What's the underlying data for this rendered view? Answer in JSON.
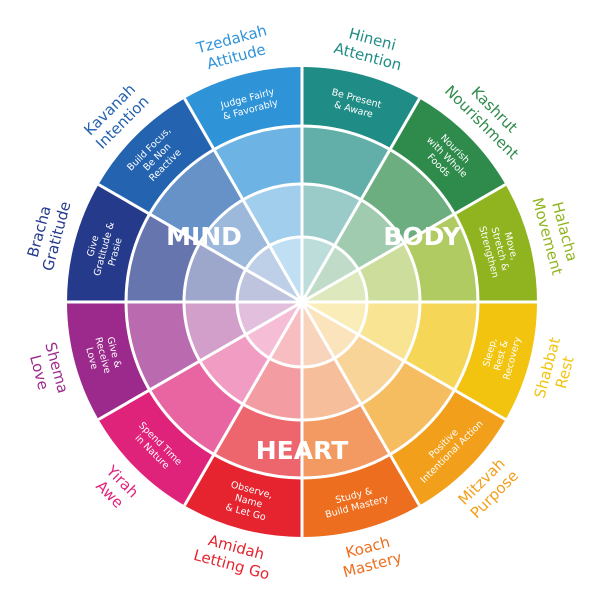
{
  "center_labels": {
    "mind": "MIND",
    "body": "BODY",
    "heart": "HEART"
  },
  "segments": [
    {
      "outer": [
        "Hineni",
        "Attention"
      ],
      "inner": [
        "Be Present",
        "& Aware"
      ],
      "color": "#1f8c85"
    },
    {
      "outer": [
        "Kashrut",
        "Nourishment"
      ],
      "inner": [
        "Nourish",
        "with Whole",
        "Foods"
      ],
      "color": "#2e8b4b"
    },
    {
      "outer": [
        "Halacha",
        "Movement"
      ],
      "inner": [
        "Move,",
        "Stretch &",
        "Strengthen"
      ],
      "color": "#8fb420"
    },
    {
      "outer": [
        "Shabbat",
        "Rest"
      ],
      "inner": [
        "Sleep,",
        "Rest &",
        "Recovery"
      ],
      "color": "#f2c40f"
    },
    {
      "outer": [
        "Mitzvah",
        "Purpose"
      ],
      "inner": [
        "Positive",
        "Intentional Action"
      ],
      "color": "#f2a01c"
    },
    {
      "outer": [
        "Koach",
        "Mastery"
      ],
      "inner": [
        "Study &",
        "Build Mastery"
      ],
      "color": "#ec6e1e"
    },
    {
      "outer": [
        "Amidah",
        "Letting Go"
      ],
      "inner": [
        "Observe,",
        "Name",
        "& Let Go"
      ],
      "color": "#e5242f"
    },
    {
      "outer": [
        "Yirah",
        "Awe"
      ],
      "inner": [
        "Spend Time",
        "in Nature"
      ],
      "color": "#e0237a"
    },
    {
      "outer": [
        "Shema",
        "Love"
      ],
      "inner": [
        "Give &",
        "Receive",
        "Love"
      ],
      "color": "#9c2a8c"
    },
    {
      "outer": [
        "Bracha",
        "Gratitude"
      ],
      "inner": [
        "Give",
        "Gratitude &",
        "Prasie"
      ],
      "color": "#263a8c"
    },
    {
      "outer": [
        "Kavanah",
        "Intention"
      ],
      "inner": [
        "Build Focus,",
        "Be Non",
        "Reactive"
      ],
      "color": "#2463b0"
    },
    {
      "outer": [
        "Tzedakah",
        "Attitude"
      ],
      "inner": [
        "Judge Fairly",
        "& Favorably"
      ],
      "color": "#2f93d8"
    }
  ]
}
